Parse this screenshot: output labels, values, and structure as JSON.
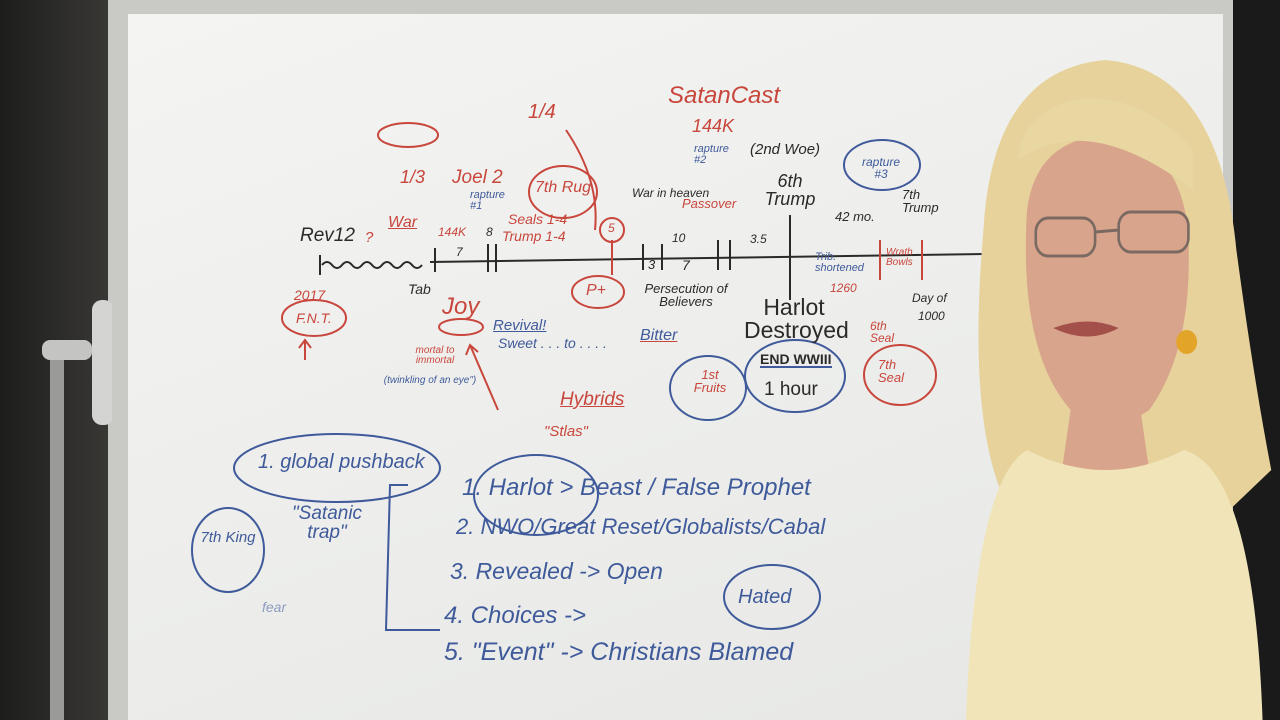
{
  "board": {
    "timeline": {
      "satan_cast": "SatanCast",
      "k144_top": "144K",
      "rapture2": "rapture #2",
      "second_woe": "(2nd Woe)",
      "war_in_heaven": "War in heaven",
      "passover": "Passover",
      "sixth_trump": "6th Trump",
      "rapture3": "rapture #3",
      "seventh_trump": "7th Trump",
      "months42": "42 mo.",
      "one_quarter": "1/4",
      "one_third": "1/3",
      "war": "War",
      "joel2": "Joel 2",
      "rapture1": "rapture #1",
      "seventh_rug": "7th Rug",
      "seals": "Seals 1-4",
      "trump14": "Trump 1-4",
      "rev12": "Rev12",
      "q_mark": "?",
      "k144": "144K",
      "seven": "7",
      "eight": "8",
      "five": "5",
      "ten": "10",
      "three": "3",
      "seven2": "7",
      "three_five": "3.5",
      "trib_shortened": "Trib. shortened",
      "wrath_bowls": "Wrath Bowls",
      "n1260": "1260",
      "year2017": "2017",
      "fnt": "F.N.T.",
      "tab": "Tab",
      "joy": "Joy",
      "revival": "Revival!",
      "sweet_to_bitter": "Sweet . . . to . . . .",
      "bitter": "Bitter",
      "pt": "P+",
      "persecution": "Persecution of Believers",
      "harlot_destroyed": "Harlot Destroyed",
      "end_ww3": "END WWIII",
      "one_hour": "1 hour",
      "first_fruits": "1st Fruits",
      "sixth_seal": "6th Seal",
      "seventh_seal": "7th Seal",
      "day_of": "Day of",
      "n1000": "1000",
      "mortal": "mortal to immortal",
      "twinkling": "(twinkling of an eye\")",
      "hybrids": "Hybrids",
      "stlas": "\"Stlas\""
    },
    "lower": {
      "global_pushback": "1. global pushback",
      "satanic_trap": "\"Satanic trap\"",
      "seventh_king": "7th King",
      "fear": "fear",
      "list": [
        "1. Harlot > Beast / False Prophet",
        "2. NWO/Great Reset/Globalists/Cabal",
        "3. Revealed -> Open",
        "4. Choices ->",
        "5. \"Event\" -> Christians Blamed"
      ],
      "hated": "Hated"
    }
  }
}
